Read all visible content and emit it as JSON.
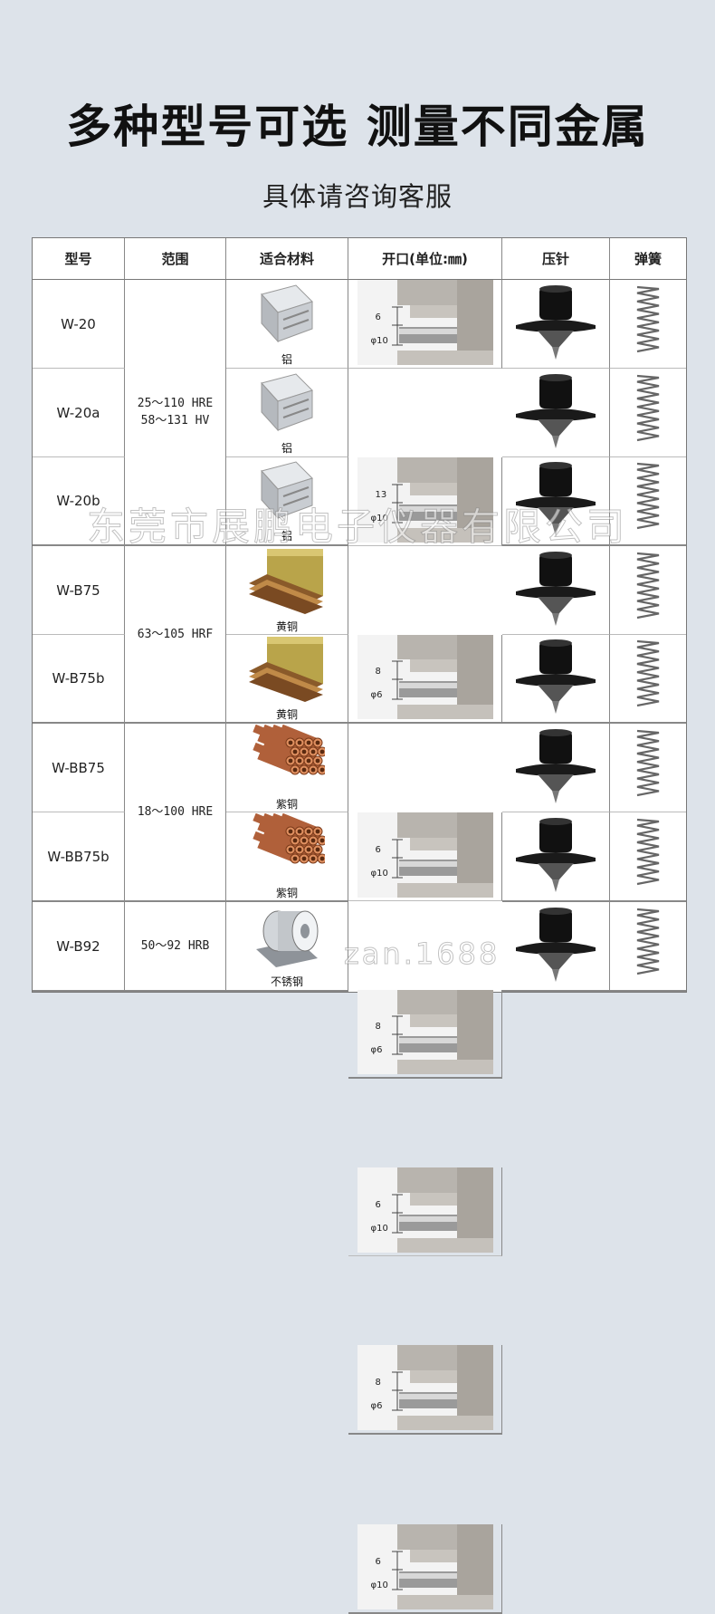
{
  "title": "多种型号可选 测量不同金属",
  "subtitle": "具体请咨询客服",
  "table": {
    "headers": [
      "型号",
      "范围",
      "适合材料",
      "开口(单位:㎜)",
      "压针",
      "弹簧"
    ],
    "rows": [
      {
        "model": "W-20",
        "material": "铝",
        "mat_type": "alu",
        "dim_a": "6",
        "dim_b": "φ10"
      },
      {
        "model": "W-20a",
        "material": "铝",
        "mat_type": "alu",
        "dim_a": "13",
        "dim_b": "φ10"
      },
      {
        "model": "W-20b",
        "material": "铝",
        "mat_type": "alu",
        "dim_a": "8",
        "dim_b": "φ6"
      },
      {
        "model": "W-B75",
        "material": "黄铜",
        "mat_type": "brass",
        "dim_a": "6",
        "dim_b": "φ10"
      },
      {
        "model": "W-B75b",
        "material": "黄铜",
        "mat_type": "brass",
        "dim_a": "8",
        "dim_b": "φ6"
      },
      {
        "model": "W-BB75",
        "material": "紫铜",
        "mat_type": "copper",
        "dim_a": "6",
        "dim_b": "φ10"
      },
      {
        "model": "W-BB75b",
        "material": "紫铜",
        "mat_type": "copper",
        "dim_a": "8",
        "dim_b": "φ6"
      },
      {
        "model": "W-B92",
        "material": "不锈钢",
        "mat_type": "steel",
        "dim_a": "6",
        "dim_b": "φ10"
      }
    ],
    "ranges": [
      {
        "text": "25～110 HRE\n58～131 HV"
      },
      {
        "text": "63～105 HRF"
      },
      {
        "text": "18～100 HRE"
      },
      {
        "text": "50～92 HRB"
      }
    ]
  },
  "watermark": "东莞市展鹏电子仪器有限公司",
  "watermark2": "zan.1688"
}
